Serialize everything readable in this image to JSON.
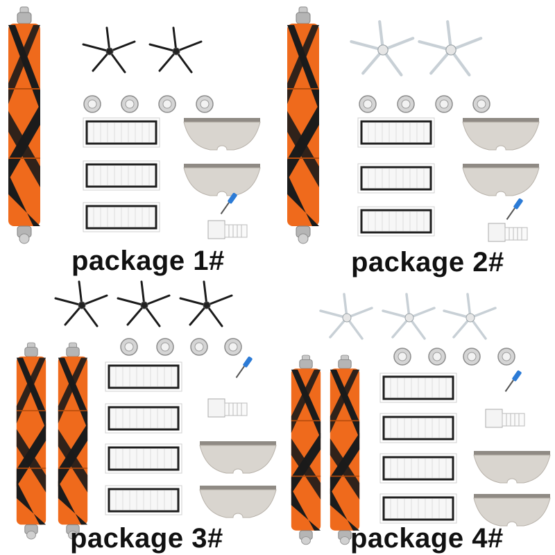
{
  "packages": [
    {
      "label": "package 1#",
      "brush_count": 1,
      "side_brush_count": 2,
      "side_brush_color": "black",
      "hepa_filter_count": 3,
      "mop_count": 2
    },
    {
      "label": "package 2#",
      "brush_count": 1,
      "side_brush_count": 2,
      "side_brush_color": "white",
      "hepa_filter_count": 3,
      "mop_count": 2
    },
    {
      "label": "package 3#",
      "brush_count": 2,
      "side_brush_count": 3,
      "side_brush_color": "black",
      "hepa_filter_count": 4,
      "mop_count": 2
    },
    {
      "label": "package 4#",
      "brush_count": 2,
      "side_brush_count": 3,
      "side_brush_color": "white",
      "hepa_filter_count": 4,
      "mop_count": 2
    }
  ],
  "colors": {
    "brush_orange": "#ef6a1c",
    "bristle_black": "#1b1b1b",
    "filter_border": "#222222",
    "mop_grey": "#d9d5cf",
    "screwdriver_blue": "#2c7bd6"
  }
}
